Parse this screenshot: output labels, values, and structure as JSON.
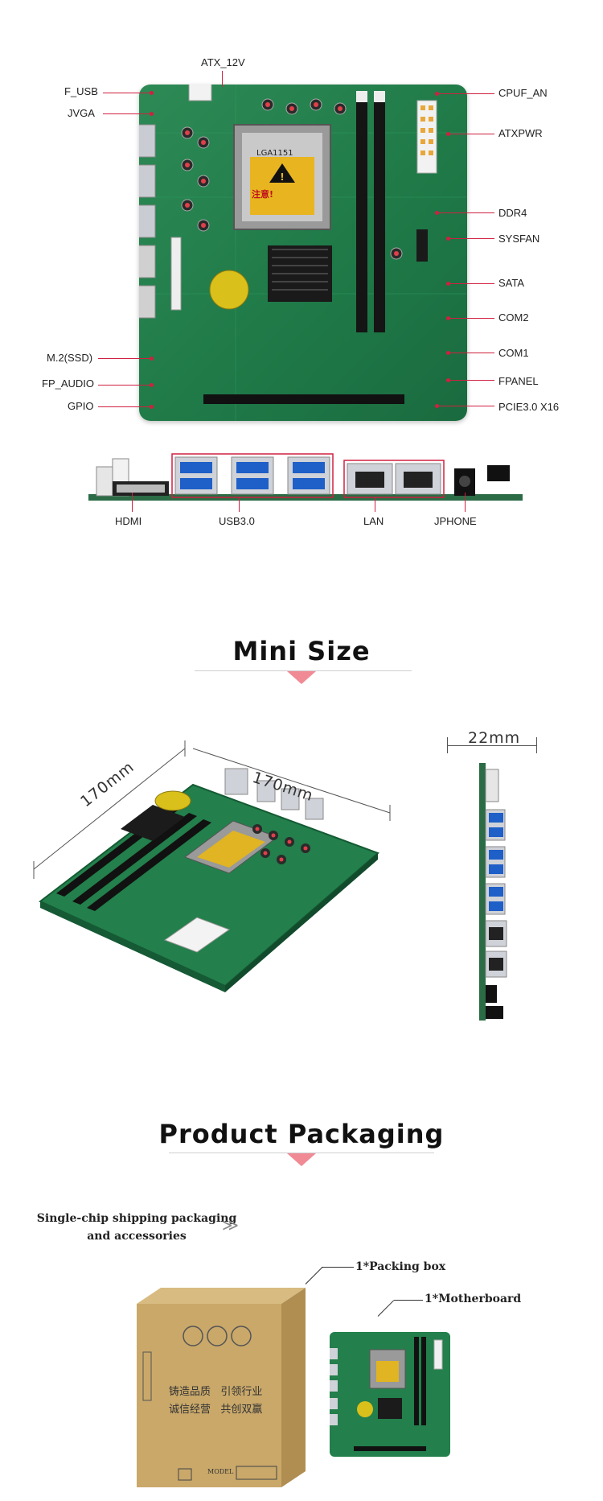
{
  "top_labels": {
    "atx_12v": "ATX_12V",
    "f_usb": "F_USB",
    "jvga": "JVGA",
    "m2_ssd": "M.2(SSD)",
    "fp_audio": "FP_AUDIO",
    "gpio": "GPIO",
    "cpu_fan": "CPUF_AN",
    "atxpwr": "ATXPWR",
    "ddr4": "DDR4",
    "sysfan": "SYSFAN",
    "sata": "SATA",
    "com2": "COM2",
    "com1": "COM1",
    "fpanel": "FPANEL",
    "pcie": "PCIE3.0 X16"
  },
  "board_print": {
    "socket": "LGA1151",
    "warning": "注意!"
  },
  "io_labels": {
    "hdmi": "HDMI",
    "usb": "USB3.0",
    "lan": "LAN",
    "jphone": "JPHONE"
  },
  "mini_size": {
    "heading": "Mini Size",
    "dim_a": "170mm",
    "dim_b": "170mm",
    "thickness": "22mm"
  },
  "packaging": {
    "heading": "Product Packaging",
    "note_line1": "Single-chip shipping packaging",
    "note_line2": "and accessories",
    "arrows": "≫",
    "callout_box": "1*Packing box",
    "callout_board": "1*Motherboard",
    "box_text1": "铸造品质   引领行业",
    "box_text2": "诚信经营   共创双赢",
    "box_model": "MODEL"
  },
  "colors": {
    "pcb": "#1f7a48",
    "accent": "#d02040",
    "triangle": "#f08a94",
    "cardboard": "#c9a86a"
  }
}
